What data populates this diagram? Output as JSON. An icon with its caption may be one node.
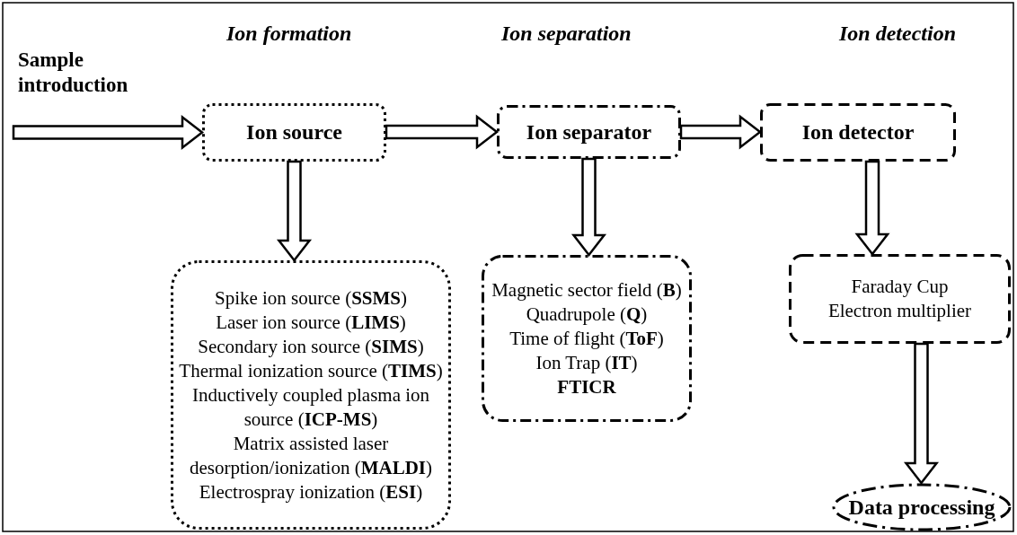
{
  "diagram": {
    "nodes": [
      {
        "text": [
          "Ion source"
        ]
      },
      {
        "text": [
          "Ion separator"
        ]
      },
      {
        "text": [
          "Ion detector"
        ]
      },
      {
        "text": [
          "Spike ion source (**SSMS**)",
          "Laser ion source (**LIMS**)",
          "Secondary ion source (**SIMS**)",
          "Thermal ionization source (**TIMS**)",
          "Inductively coupled plasma ion source (**ICP-MS**)",
          "Matrix assisted laser desorption/ionization (**MALDI**)",
          "Electrospray ionization (**ESI**)"
        ]
      },
      {
        "text": [
          "Magnetic sector field (**B**)",
          "Quadrupole (**Q**)",
          "Time of flight (**ToF**)",
          "Ion Trap (**IT**)",
          "**FTICR**"
        ]
      },
      {
        "text": [
          "Faraday Cup",
          "Electron multiplier"
        ]
      },
      {
        "text": [
          "Data processing"
        ]
      }
    ],
    "edges": [
      {
        "from": null,
        "to": 0,
        "arrow": "to",
        "label": "Sample introduction"
      },
      {
        "from": 0,
        "to": 1,
        "arrow": "to"
      },
      {
        "from": 1,
        "to": 2,
        "arrow": "to"
      },
      {
        "from": 0,
        "to": 3,
        "arrow": "to"
      },
      {
        "from": 1,
        "to": 4,
        "arrow": "to"
      },
      {
        "from": 2,
        "to": 5,
        "arrow": "to"
      },
      {
        "from": 5,
        "to": 6,
        "arrow": "to"
      }
    ],
    "labels": [
      "Ion formation",
      "Ion separation",
      "Ion detection"
    ]
  }
}
